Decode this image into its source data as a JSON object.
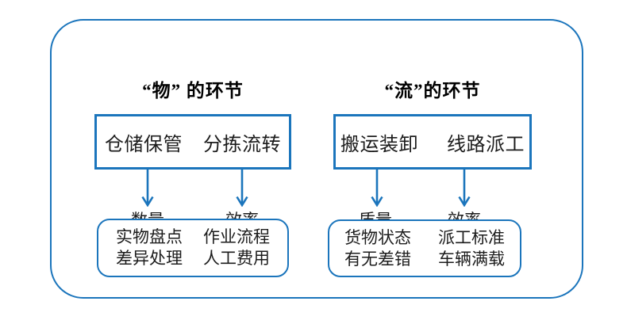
{
  "colors": {
    "accent": "#1B75BC",
    "text": "#1C1C1C",
    "title": "#000000",
    "background": "#FFFFFF"
  },
  "groups": [
    {
      "title": "“物” 的环节",
      "processes": [
        "仓储保管",
        "分拣流转"
      ],
      "metrics": [
        "数量",
        "效率"
      ],
      "details": [
        {
          "lines": [
            "实物盘点",
            "差异处理"
          ]
        },
        {
          "lines": [
            "作业流程",
            "人工费用"
          ]
        }
      ]
    },
    {
      "title": "“流”的环节",
      "processes": [
        "搬运装卸",
        "线路派工"
      ],
      "metrics": [
        "质量",
        "效率"
      ],
      "details": [
        {
          "lines": [
            "货物状态",
            "有无差错"
          ]
        },
        {
          "lines": [
            "派工标准",
            "车辆满载"
          ]
        }
      ]
    }
  ],
  "icons": {
    "down_arrow": "↓"
  }
}
